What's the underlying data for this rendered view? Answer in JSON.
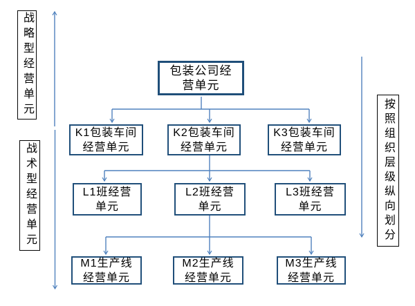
{
  "colors": {
    "node_border": "#1f4e79",
    "connector_blue": "#4f81bd",
    "label_border": "#000000",
    "text": "#000000",
    "background": "#ffffff"
  },
  "side_labels": {
    "left_top": "战略型经营单元",
    "left_bottom": "战术型经营单元",
    "right": "按照组织层级纵向划分"
  },
  "icons": {
    "left_up_arrow": "up-arrow",
    "left_down_arrow": "down-arrow",
    "right_down_arrow": "down-arrow"
  },
  "org_chart": {
    "root": {
      "line1": "包装公司经",
      "line2": "营单元"
    },
    "level2": [
      {
        "line1": "K1包装车间",
        "line2": "经营单元"
      },
      {
        "line1": "K2包装车间",
        "line2": "经营单元"
      },
      {
        "line1": "K3包装车间",
        "line2": "经营单元"
      }
    ],
    "level3": [
      {
        "line1": "L1班经营",
        "line2": "单元"
      },
      {
        "line1": "L2班经营",
        "line2": "单元"
      },
      {
        "line1": "L3班经营",
        "line2": "单元"
      }
    ],
    "level4": [
      {
        "line1": "M1生产线",
        "line2": "经营单元"
      },
      {
        "line1": "M2生产线",
        "line2": "经营单元"
      },
      {
        "line1": "M3生产线",
        "line2": "经营单元"
      }
    ]
  }
}
